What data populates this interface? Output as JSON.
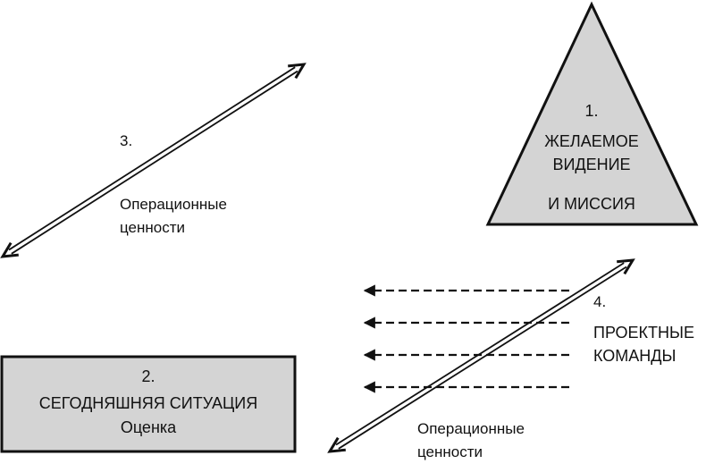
{
  "triangle": {
    "number": "1.",
    "line1": "ЖЕЛАЕМОЕ",
    "line2": "ВИДЕНИЕ",
    "line3": "И МИССИЯ",
    "fill": "#d4d4d4"
  },
  "box": {
    "number": "2.",
    "title": "СЕГОДНЯШНЯЯ СИТУАЦИЯ",
    "subtitle": "Оценка",
    "fill": "#d4d4d4"
  },
  "left_arrow": {
    "number": "3.",
    "label_line1": "Операционные",
    "label_line2": "ценности"
  },
  "teams": {
    "number": "4.",
    "line1": "ПРОЕКТНЫЕ",
    "line2": "КОМАНДЫ",
    "arrow_count": 4
  },
  "bottom_arrow": {
    "label_line1": "Операционные",
    "label_line2": "ценности"
  },
  "colors": {
    "stroke": "#111111",
    "shape_fill": "#d4d4d4",
    "background": "#ffffff"
  }
}
